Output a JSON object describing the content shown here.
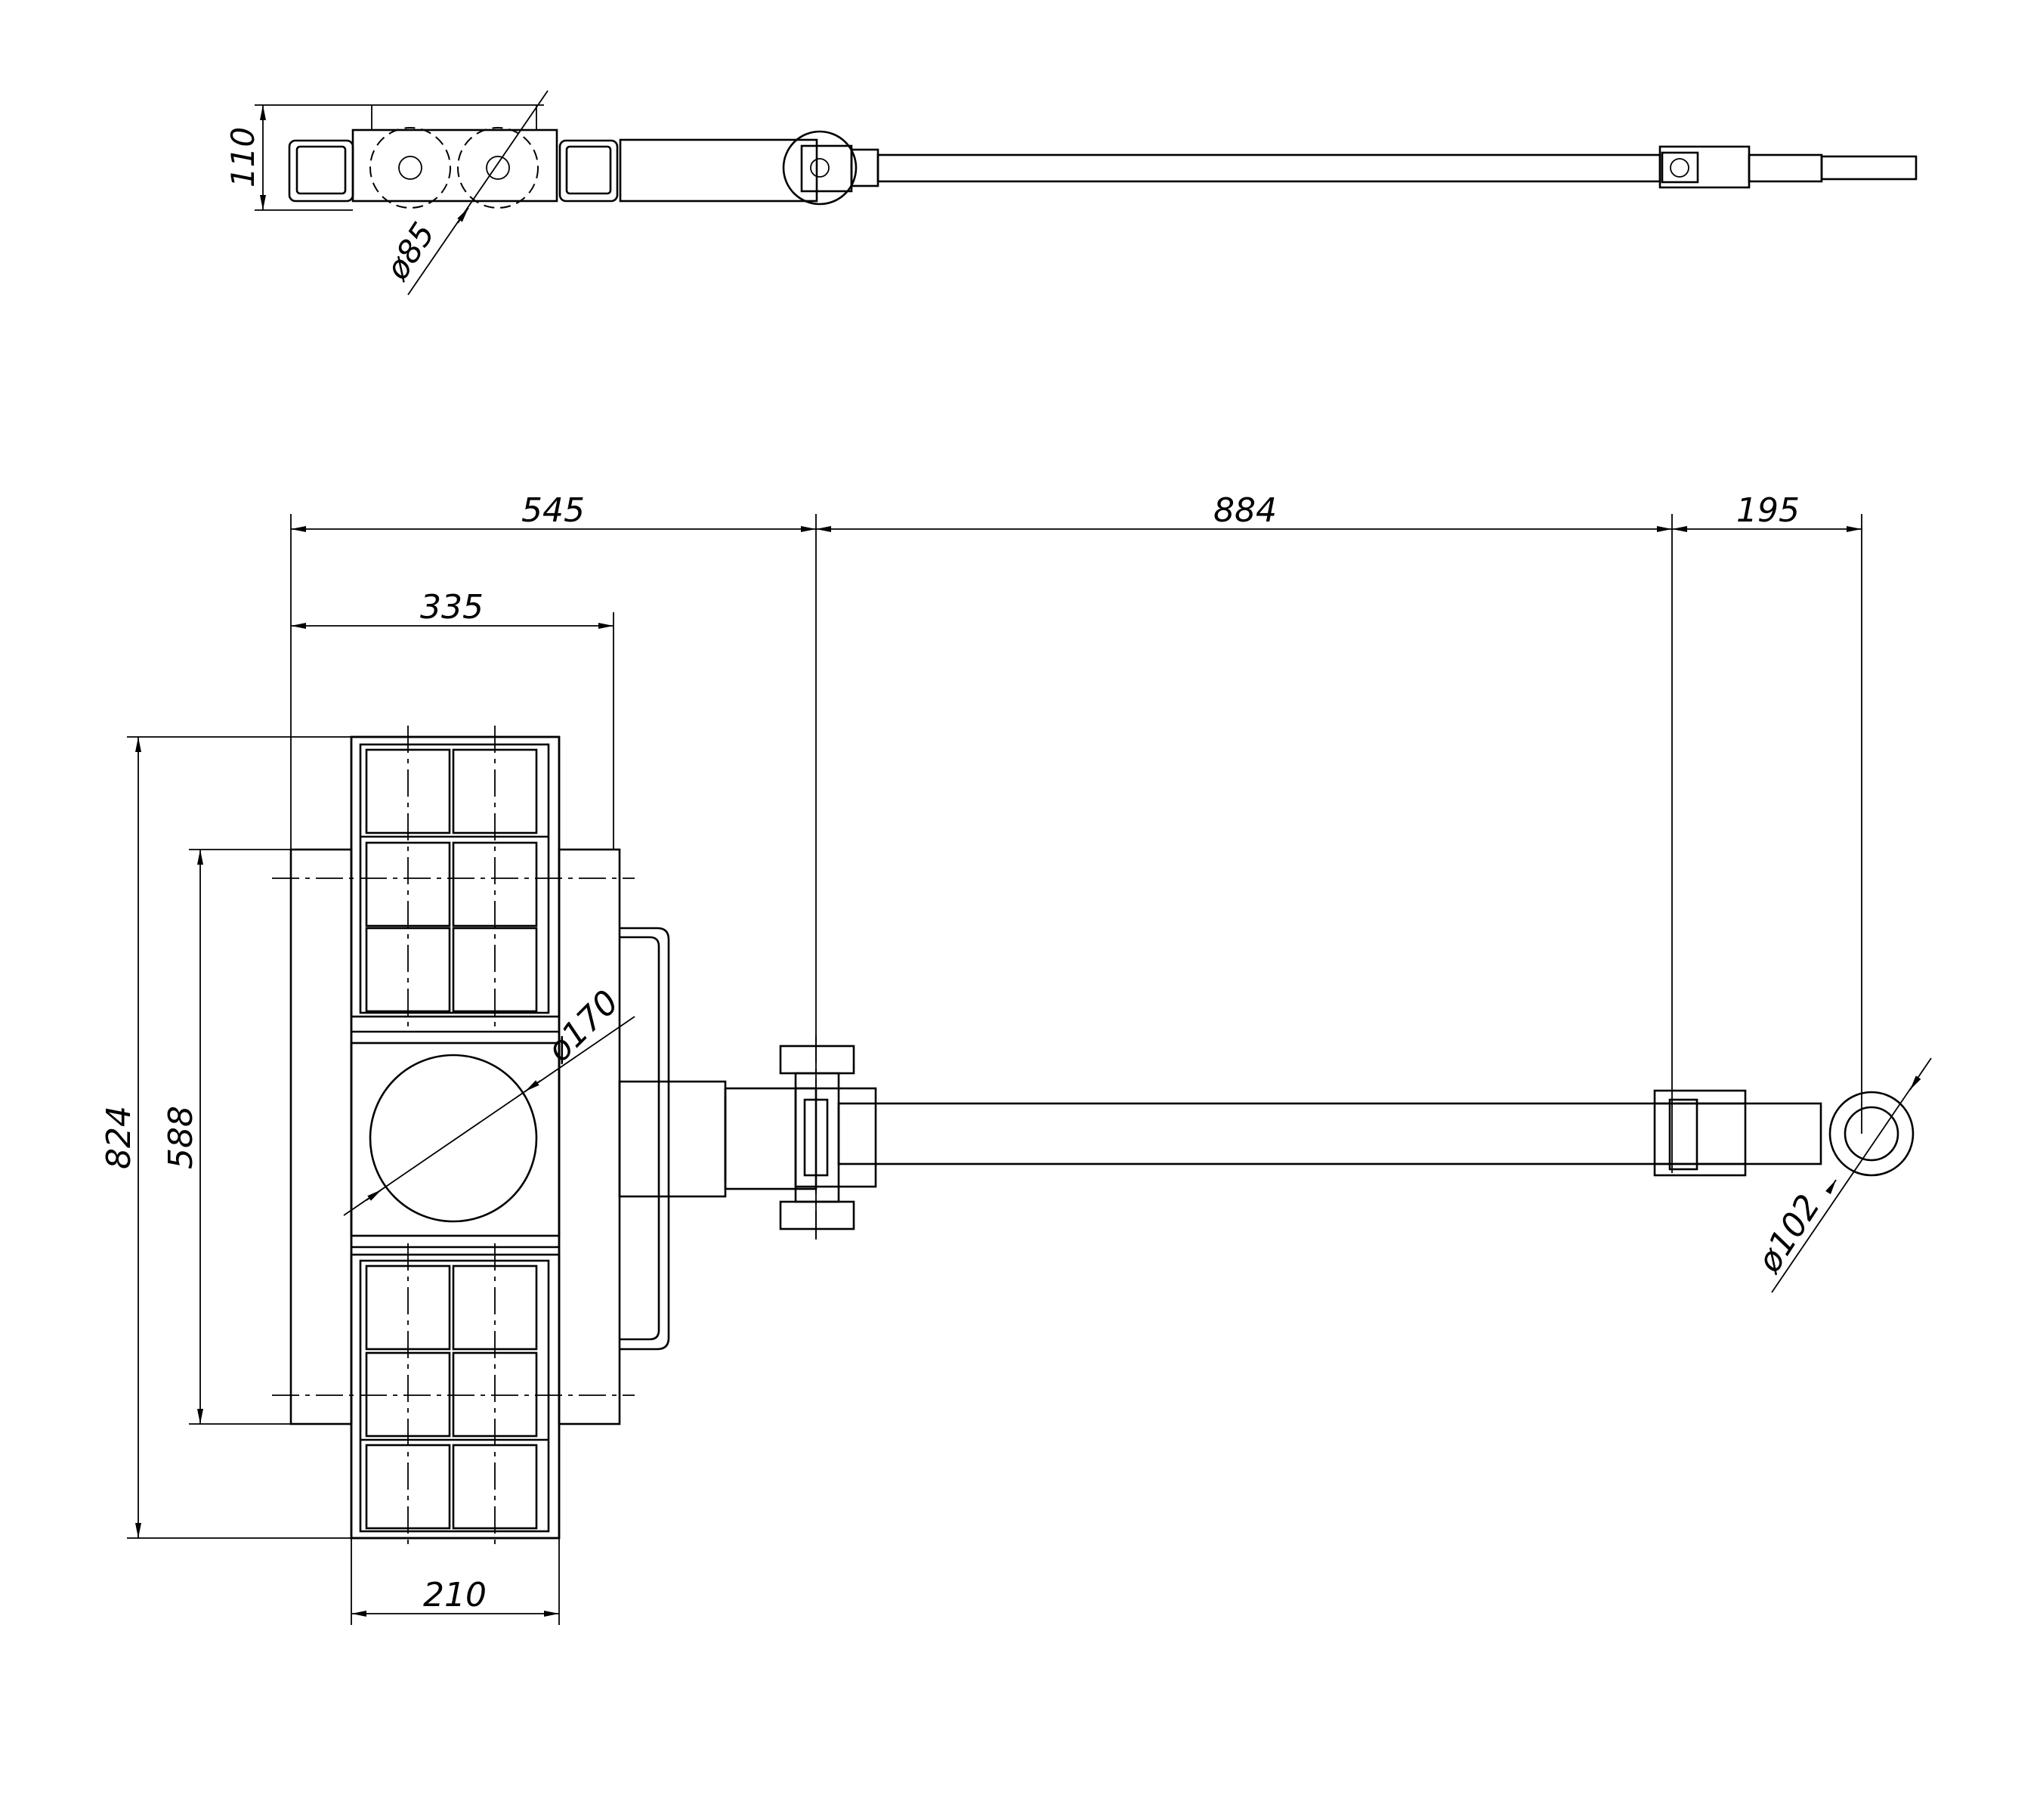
{
  "drawing": {
    "top_view": {
      "height_label": "110",
      "roller_dia_label": "ø85"
    },
    "plan_view": {
      "dim_545": "545",
      "dim_884": "884",
      "dim_195": "195",
      "dim_335": "335",
      "dim_824": "824",
      "dim_588": "588",
      "dim_210": "210",
      "turntable_dia_label": "ø170",
      "eye_dia_label": "ø102"
    }
  }
}
